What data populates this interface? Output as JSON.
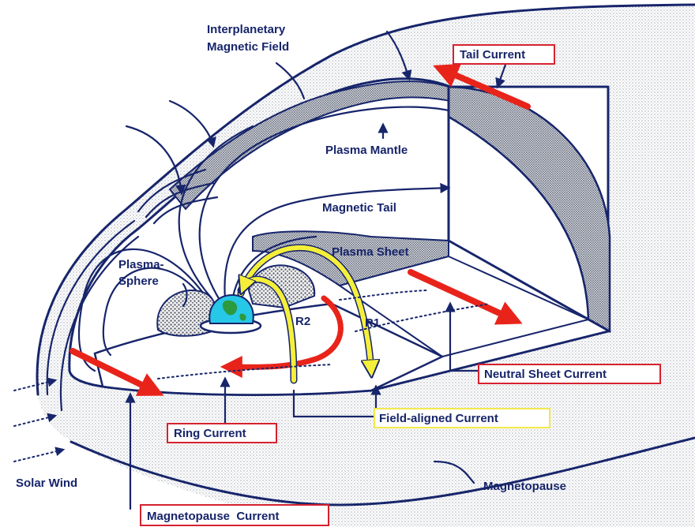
{
  "labels": {
    "imf_line1": "Interplanetary",
    "imf_line2": "Magnetic Field",
    "tail_current": "Tail Current",
    "plasma_mantle": "Plasma Mantle",
    "magnetic_tail": "Magnetic Tail",
    "plasmasphere_line1": "Plasma-",
    "plasmasphere_line2": "Sphere",
    "plasma_sheet": "Plasma Sheet",
    "r1": "R1",
    "r2": "R2",
    "neutral_sheet_current": "Neutral Sheet Current",
    "field_aligned_current": "Field-aligned Current",
    "ring_current": "Ring Current",
    "solar_wind": "Solar Wind",
    "magnetopause": "Magnetopause",
    "magnetopause_current": "Magnetopause  Current"
  },
  "colors": {
    "ink": "#17256b",
    "current_arrow": "#e8241a",
    "field_aligned": "#f5ef3a",
    "red_box_border": "#d5222f",
    "yellow_box_border": "#f2e94e",
    "earth_ocean": "#27c7e8",
    "earth_land": "#2c9a3e"
  }
}
